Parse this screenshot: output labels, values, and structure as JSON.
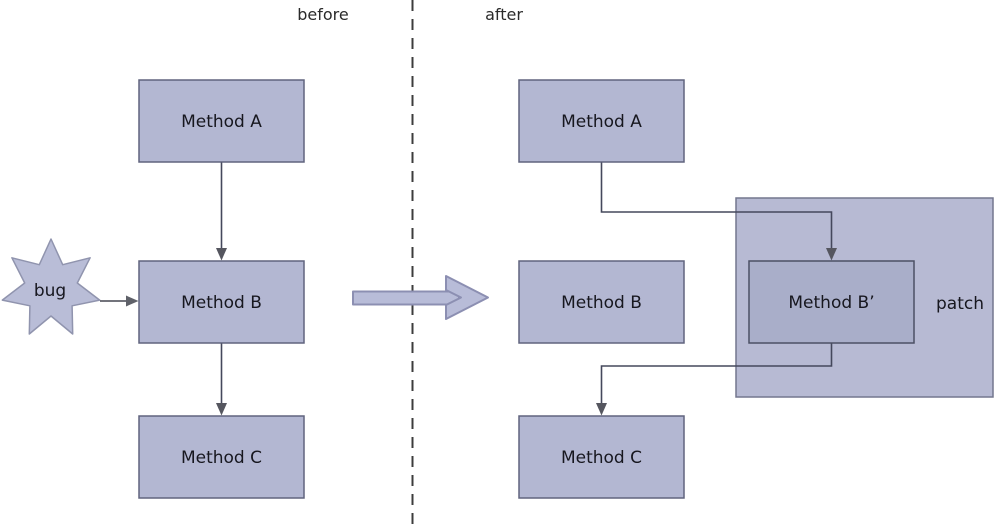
{
  "header": {
    "before_label": "before",
    "after_label": "after"
  },
  "before_panel": {
    "method_a": "Method A",
    "method_b": "Method B",
    "method_c": "Method C",
    "bug_label": "bug"
  },
  "after_panel": {
    "method_a": "Method A",
    "method_b": "Method B",
    "method_c": "Method C",
    "method_b_patched": "Method B’",
    "patch_label": "patch"
  },
  "colors": {
    "box_fill": "#b3b7d2",
    "box_border": "#60647e",
    "patched_box_fill": "#a9aec9",
    "patched_box_border": "#4c5064",
    "patch_fill": "#b7bad3",
    "patch_border": "#73778e",
    "star_fill": "#b9bdd7",
    "star_border": "#9094ae",
    "connector": "#45485c",
    "arrowhead": "#55565f",
    "bug_arrow": "#5f6169",
    "big_arrow_fill": "#b8bcd8",
    "big_arrow_border": "#8c8fb2",
    "divider": "#3c3c3c",
    "text": "#17171f",
    "label_text": "#2a2a2a"
  }
}
